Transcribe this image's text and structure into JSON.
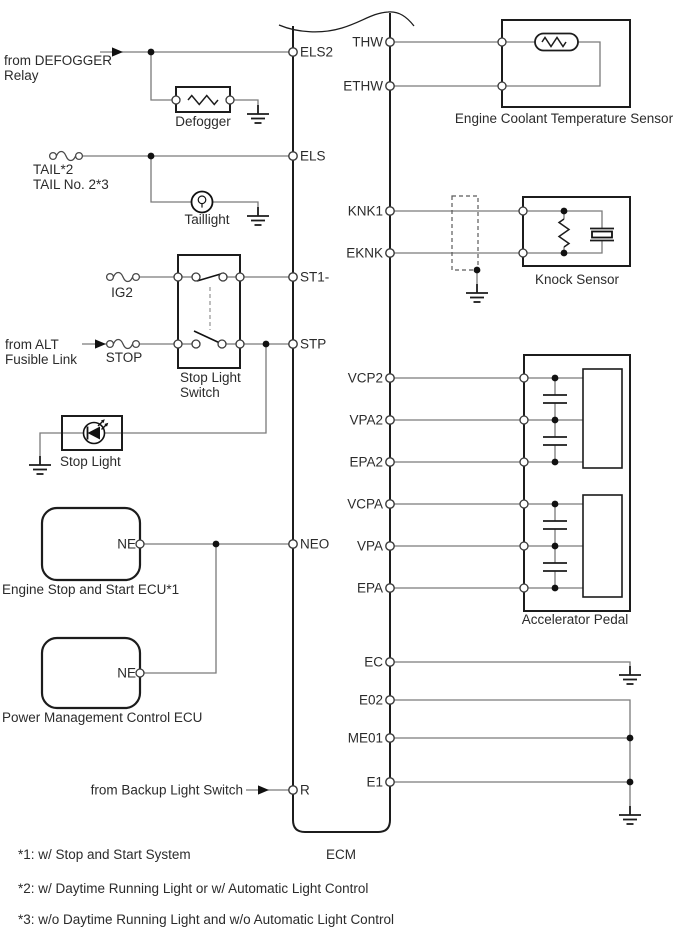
{
  "ecm": {
    "label": "ECM",
    "left_pins": [
      "ELS2",
      "ELS",
      "ST1-",
      "STP",
      "NEO",
      "R"
    ],
    "right_pins": [
      "THW",
      "ETHW",
      "KNK1",
      "EKNK",
      "VCP2",
      "VPA2",
      "EPA2",
      "VCPA",
      "VPA",
      "EPA",
      "EC",
      "E02",
      "ME01",
      "E1"
    ]
  },
  "left": {
    "defogger_source": "from DEFOGGER\nRelay",
    "defogger": "Defogger",
    "tail_fuse": "TAIL*2\nTAIL No. 2*3",
    "taillight": "Taillight",
    "ig2_fuse": "IG2",
    "alt_source": "from ALT\nFusible Link",
    "stop_fuse": "STOP",
    "stop_light_switch": "Stop Light\nSwitch",
    "stop_light": "Stop Light",
    "ess_ecu": {
      "pin": "NE",
      "label": "Engine Stop and Start ECU*1"
    },
    "pmc_ecu": {
      "pin": "NE",
      "label": "Power Management Control ECU"
    },
    "backup_source": "from Backup Light Switch"
  },
  "right": {
    "ect_sensor": "Engine Coolant Temperature Sensor",
    "knock_sensor": "Knock Sensor",
    "accelerator_pedal": "Accelerator Pedal"
  },
  "footnotes": [
    "*1: w/ Stop and Start System",
    "*2: w/ Daytime Running Light or w/ Automatic Light Control",
    "*3: w/o Daytime Running Light and w/o Automatic Light Control"
  ],
  "colors": {
    "background": "#ffffff",
    "wire": "#7a7a7a",
    "outline": "#1c1c1c",
    "text": "#2b2b2b"
  }
}
